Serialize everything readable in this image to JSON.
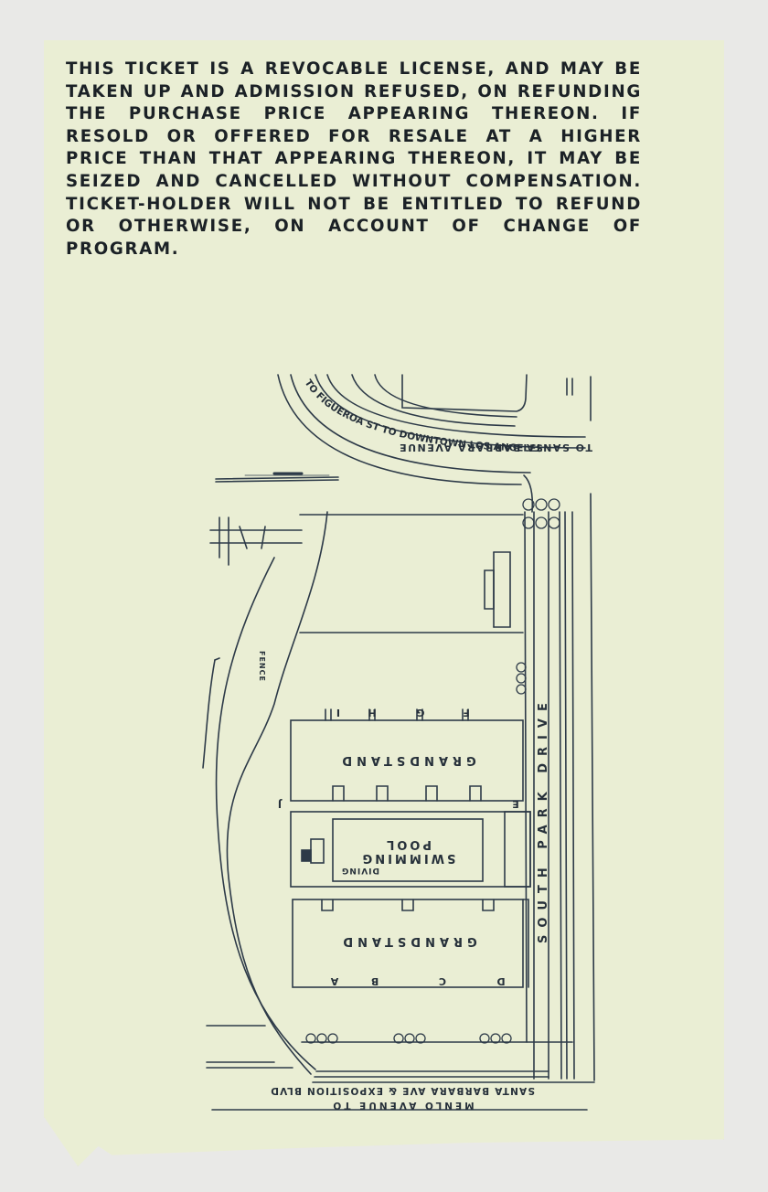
{
  "ticket": {
    "license_text": "THIS TICKET IS A REVOCABLE LICENSE, AND MAY BE TAKEN UP AND ADMISSION REFUSED, ON REFUNDING THE PURCHASE PRICE APPEARING THEREON. IF RESOLD OR OFFERED FOR RESALE AT A HIGHER PRICE THAN THAT APPEARING THEREON, IT MAY BE SEIZED AND CANCELLED WITHOUT COMPENSATION. TICKET-HOLDER WILL NOT BE ENTITLED TO REFUND OR OTHERWISE, ON ACCOUNT OF CHANGE OF PROGRAM."
  },
  "map": {
    "curved_street_label": "TO FIGUEROA ST TO DOWNTOWN LOS ANGELES",
    "avenue_label": "TO SANTA BARBARA AVENUE",
    "fence_label": "FENCE",
    "upper_grandstand_label": "GRANDSTAND",
    "lower_grandstand_label": "GRANDSTAND",
    "pool_label_line1": "SWIMMING",
    "pool_label_line2": "POOL",
    "diving_label": "DIVING",
    "street_label": "SOUTH PARK DRIVE",
    "bottom_label_line1": "SANTA BARBARA AVE & EXPOSITION BLVD",
    "bottom_label_line2": "MENLO AVENUE TO",
    "upper_gates": [
      "F",
      "G",
      "H",
      "I"
    ],
    "lower_gates": [
      "A",
      "B",
      "C",
      "D"
    ],
    "side_gate_left": "J",
    "side_gate_right": "E"
  }
}
